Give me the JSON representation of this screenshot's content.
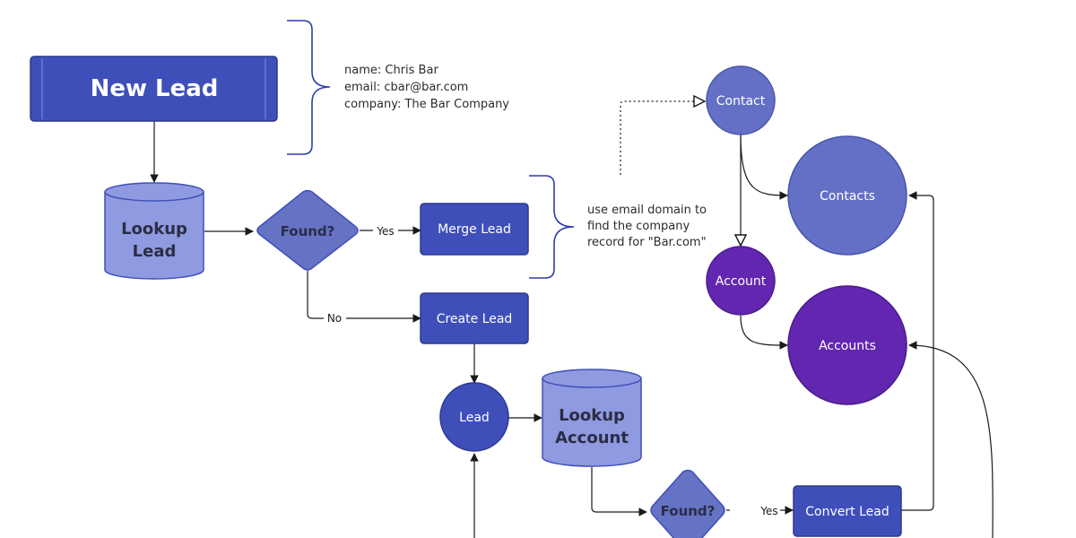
{
  "new_lead": {
    "label": "New Lead"
  },
  "lead_note": {
    "lines": [
      "name: Chris Bar",
      "email: cbar@bar.com",
      "company: The Bar Company"
    ]
  },
  "lookup_lead": {
    "line1": "Lookup",
    "line2": "Lead"
  },
  "found_1": {
    "label": "Found?"
  },
  "yes_1": {
    "label": "Yes"
  },
  "merge_lead": {
    "label": "Merge Lead"
  },
  "merge_note": {
    "lines": [
      "use email domain to",
      "find the company",
      "record for \"Bar.com\""
    ]
  },
  "no_1": {
    "label": "No"
  },
  "create_lead": {
    "label": "Create Lead"
  },
  "lead": {
    "label": "Lead"
  },
  "lookup_account": {
    "line1": "Lookup",
    "line2": "Account"
  },
  "found_2": {
    "label": "Found?"
  },
  "yes_2": {
    "label": "Yes"
  },
  "convert_lead": {
    "label": "Convert Lead"
  },
  "contact": {
    "label": "Contact"
  },
  "contacts": {
    "label": "Contacts"
  },
  "account": {
    "label": "Account"
  },
  "accounts": {
    "label": "Accounts"
  },
  "colors": {
    "process_blue": "#3f4fba",
    "diamond_blue": "#6672c4",
    "database_lavender": "#8f9ae0",
    "entity_circle_blue": "#6470c6",
    "account_purple": "#6226b0",
    "brace_blue": "#2f3fa8"
  }
}
